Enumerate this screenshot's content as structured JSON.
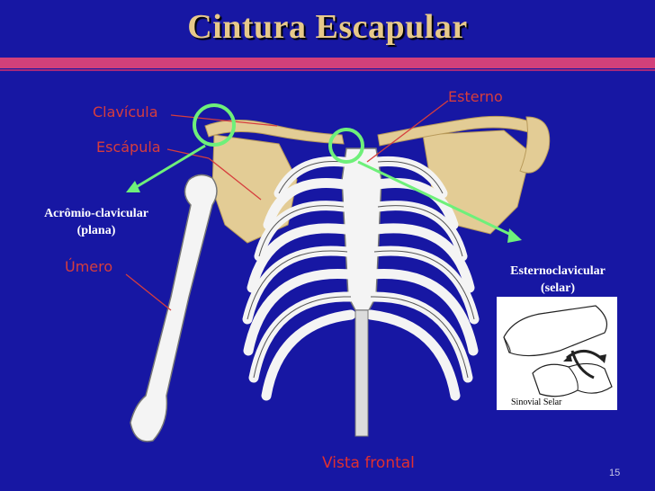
{
  "slide": {
    "title": "Cintura Escapular",
    "page_number": "15",
    "caption": "Vista frontal"
  },
  "labels": {
    "clavicula": "Clavícula",
    "escapula": "Escápula",
    "esterno": "Esterno",
    "umero": "Úmero"
  },
  "joints": {
    "acromio_line1": "Acrômio-clavicular",
    "acromio_line2": "(plana)",
    "esterno_line1": "Esternoclavicular",
    "esterno_line2": "(selar)"
  },
  "inset": {
    "caption": "Sinovial Selar"
  },
  "colors": {
    "background": "#1717a3",
    "title": "#e7c98a",
    "title_bar": "#d2407a",
    "label_red": "#d63d3d",
    "bone": "#e3cc95",
    "rib": "#ffffff",
    "green_marker": "#6ef07a"
  }
}
